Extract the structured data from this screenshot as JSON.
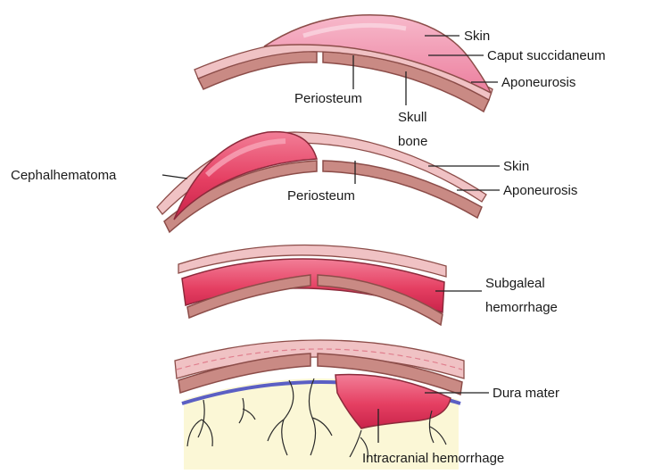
{
  "panels": [
    {
      "id": "caput",
      "labels": {
        "skin": "Skin",
        "caput": "Caput succidaneum",
        "aponeurosis": "Aponeurosis",
        "periosteum": "Periosteum",
        "skull_line1": "Skull",
        "skull_line2": "bone"
      }
    },
    {
      "id": "cephal",
      "labels": {
        "cephalhematoma": "Cephalhematoma",
        "periosteum": "Periosteum",
        "skin": "Skin",
        "aponeurosis": "Aponeurosis"
      }
    },
    {
      "id": "subgaleal",
      "labels": {
        "line1": "Subgaleal",
        "line2": "hemorrhage"
      }
    },
    {
      "id": "intracranial",
      "labels": {
        "dura": "Dura mater",
        "hemorrhage": "Intracranial hemorrhage"
      }
    }
  ],
  "colors": {
    "bone": "#c98a84",
    "bone_dark": "#8c4d49",
    "layer_pink": "#f0c2c4",
    "blood": "#e03a5c",
    "blood_light": "#f07a93",
    "dura": "#5b5fc4",
    "brain": "#fbf7d6"
  }
}
